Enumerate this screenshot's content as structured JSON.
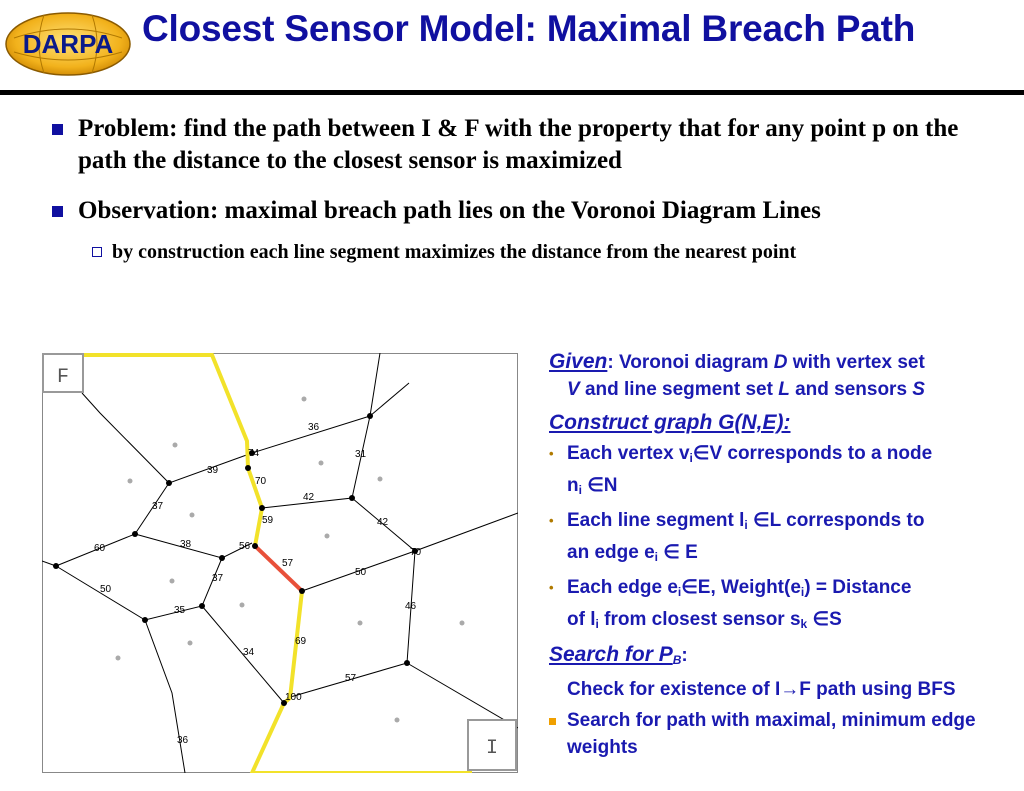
{
  "logo": {
    "text": "DARPA"
  },
  "title": "Closest Sensor Model: Maximal Breach Path",
  "bullets": [
    {
      "text": "Problem: find the path between I & F with the property that for any point p on the path the distance to the closest sensor is maximized"
    },
    {
      "text": "Observation: maximal breach path lies on the Voronoi Diagram Lines"
    }
  ],
  "sub_bullet": "by construction each line segment maximizes the distance from the nearest point",
  "diagram": {
    "label_F": "F",
    "label_I": "I",
    "edge_weights": [
      "74",
      "36",
      "39",
      "31",
      "70",
      "42",
      "37",
      "59",
      "42",
      "38",
      "56",
      "57",
      "70",
      "60",
      "37",
      "50",
      "50",
      "35",
      "46",
      "69",
      "34",
      "57",
      "100",
      "36"
    ]
  },
  "right": {
    "given_head": "Given",
    "given_text_1": ": Voronoi diagram ",
    "given_D": "D",
    "given_text_2": " with vertex set",
    "given_V": "V",
    "given_text_3": " and line segment set ",
    "given_L": "L",
    "given_text_4": " and sensors ",
    "given_S": "S",
    "construct_head": "Construct graph G(N,E):",
    "item1_a": "Each vertex v",
    "item1_b": "V corresponds to a node",
    "item1_c": "n",
    "item1_d": "N",
    "item2_a": "Each line segment l",
    "item2_b": "L corresponds to",
    "item2_c": "an edge e",
    "item2_d": "E",
    "item3_a": "Each edge e",
    "item3_b": "E, Weight(e",
    "item3_c": ") =  Distance",
    "item3_d": "of l",
    "item3_e": " from closest sensor s",
    "item3_f": "S",
    "search_head": "Search for P",
    "search_sub": "B",
    "search_colon": ":",
    "check_text": "Check for existence of I",
    "check_text_2": "F path using BFS",
    "search_item": "Search for path with maximal, minimum edge weights",
    "sub_i": "i",
    "sub_k": "k",
    "elem": "∈",
    "arrow": "→"
  }
}
